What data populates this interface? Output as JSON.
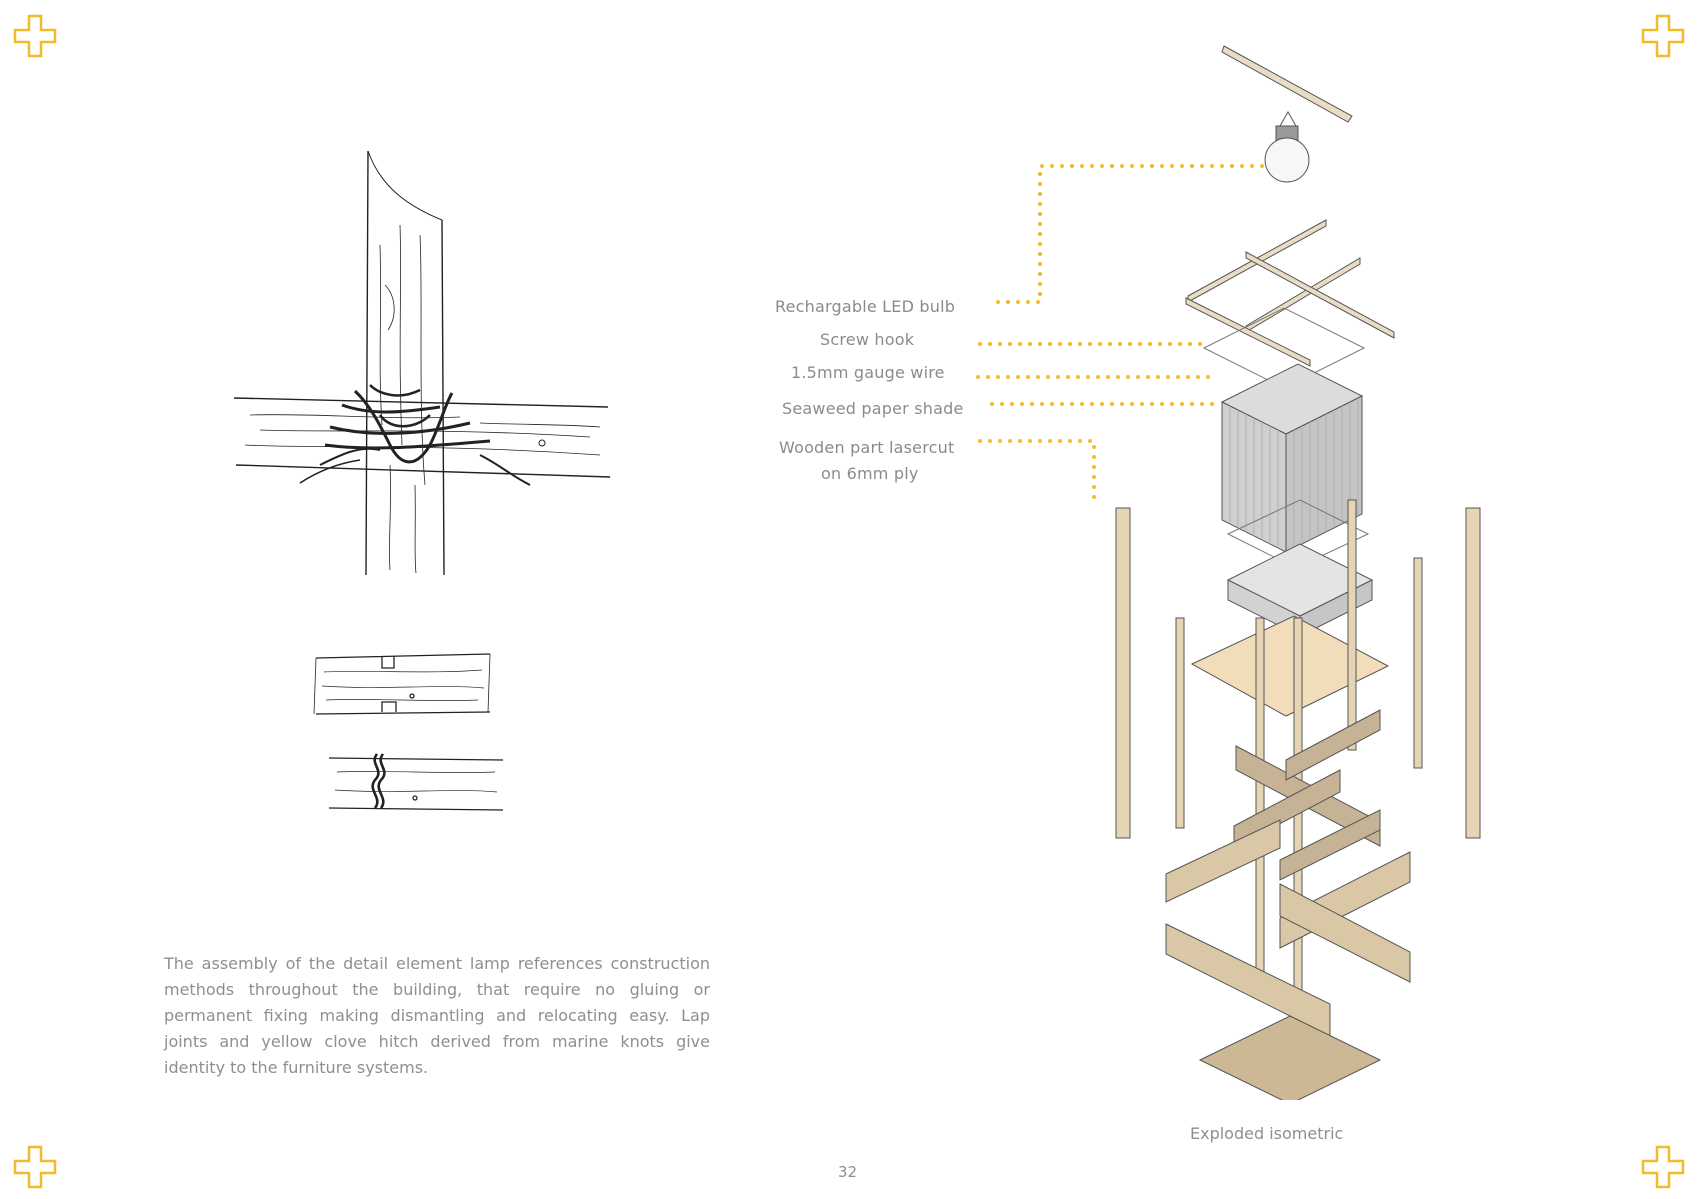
{
  "accent_color": "#f2bb2a",
  "labels": {
    "bulb": "Rechargable LED bulb",
    "hook": "Screw hook",
    "wire": "1.5mm gauge wire",
    "shade": "Seaweed paper shade",
    "wood_line1": "Wooden part lasercut",
    "wood_line2": "on 6mm ply"
  },
  "description": "The assembly of the detail element lamp references construction methods throughout the building, that require no gluing or permanent fixing making dismantling and relocating easy. Lap joints and yellow clove hitch derived from marine knots give identity to the furniture systems.",
  "caption": "Exploded isometric",
  "page_number": "32",
  "icons": [
    "corner-cross-icon"
  ]
}
